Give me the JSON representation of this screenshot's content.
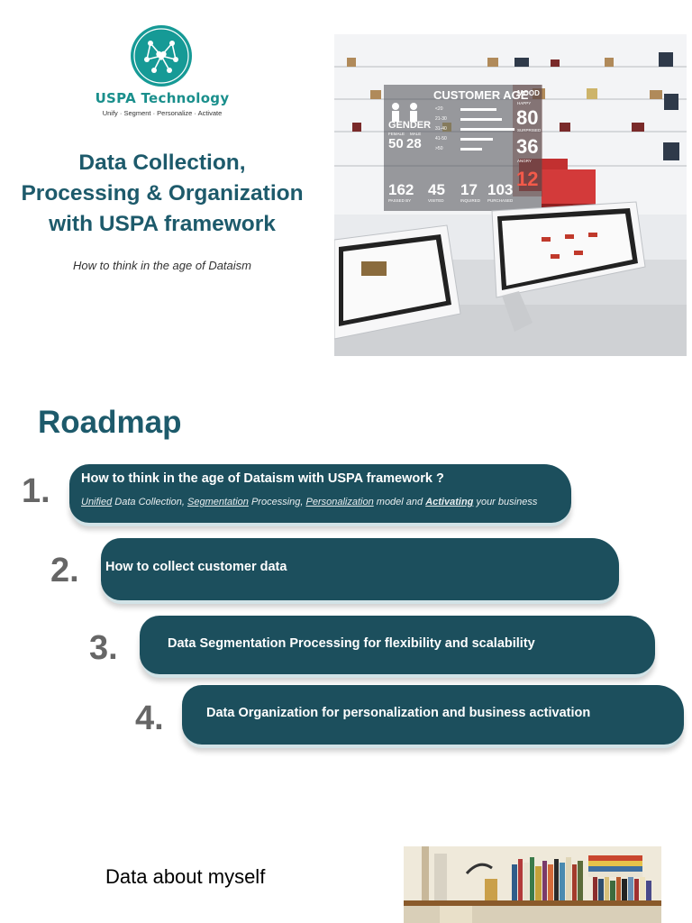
{
  "slide1": {
    "brand": {
      "name": "USPA Technology",
      "tagline": "Unify · Segment · Personalize · Activate",
      "logo_color": "#169a96"
    },
    "title_lines": [
      "Data Collection,",
      "Processing & Organization",
      "with USPA framework"
    ],
    "subtitle": "How to think in the age of Dataism",
    "photo": {
      "overlay": {
        "customer_age": "CUSTOMER AGE",
        "gender": "GENDER",
        "female": "FEMALE",
        "male": "MALE",
        "female_count": "50",
        "male_count": "28",
        "age_rows": [
          "<20",
          "21-30",
          "31-40",
          "41-50",
          ">50"
        ],
        "mood": "MOOD",
        "happy_label": "HAPPY",
        "happy_value": "80",
        "surprised_label": "SURPRISED",
        "surprised_value": "36",
        "angry_label": "ANGRY",
        "angry_value": "12",
        "passed_value": "162",
        "passed_label": "PASSED BY",
        "visited_value": "45",
        "visited_label": "VISITED",
        "inquired_value": "17",
        "inquired_label": "INQUIRED",
        "purchased_value": "103",
        "purchased_label": "PURCHASED"
      }
    }
  },
  "slide2": {
    "heading": "Roadmap",
    "items": [
      {
        "number": "1.",
        "title": "How to think in the age of Dataism with USPA framework ?",
        "sub": {
          "w1": "Unified",
          "t1": " Data Collection, ",
          "w2": "Segmentation",
          "t2": " Processing, ",
          "w3": "Personalization",
          "t3": " model and ",
          "w4": "Activating",
          "t4": " your business"
        }
      },
      {
        "number": "2.",
        "title": "How to collect customer data"
      },
      {
        "number": "3.",
        "title": "Data Segmentation Processing for flexibility and scalability"
      },
      {
        "number": "4.",
        "title": "Data Organization for personalization and business activation"
      }
    ],
    "pill_color": "#1c4f5d"
  },
  "slide3": {
    "label": "Data about myself"
  }
}
